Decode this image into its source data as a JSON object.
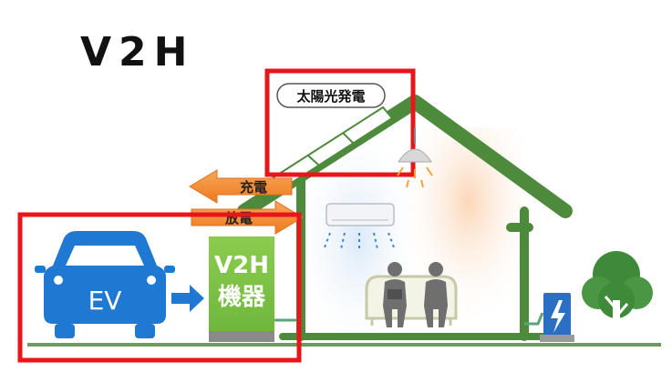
{
  "title": "V2H",
  "solar": {
    "label": "太陽光発電"
  },
  "arrows": {
    "charge": "充電",
    "discharge": "放電"
  },
  "ev": {
    "label": "EV"
  },
  "v2h_device": {
    "line1": "V2H",
    "line2": "機器"
  },
  "colors": {
    "highlight_red": "#e8161b",
    "house_green": "#4e8a3c",
    "ev_blue": "#1f78d1",
    "v2h_green": "#7cc242",
    "arrow_orange": "#f28a2e",
    "ground": "#6e9a5a",
    "tree": "#3f8a3a"
  },
  "icons": [
    "car-icon",
    "arrow-right-icon",
    "solar-panel-icon",
    "ceiling-lamp-icon",
    "air-conditioner-icon",
    "sofa-icon",
    "people-icon",
    "battery-charger-icon",
    "lightning-icon",
    "tree-icon"
  ]
}
